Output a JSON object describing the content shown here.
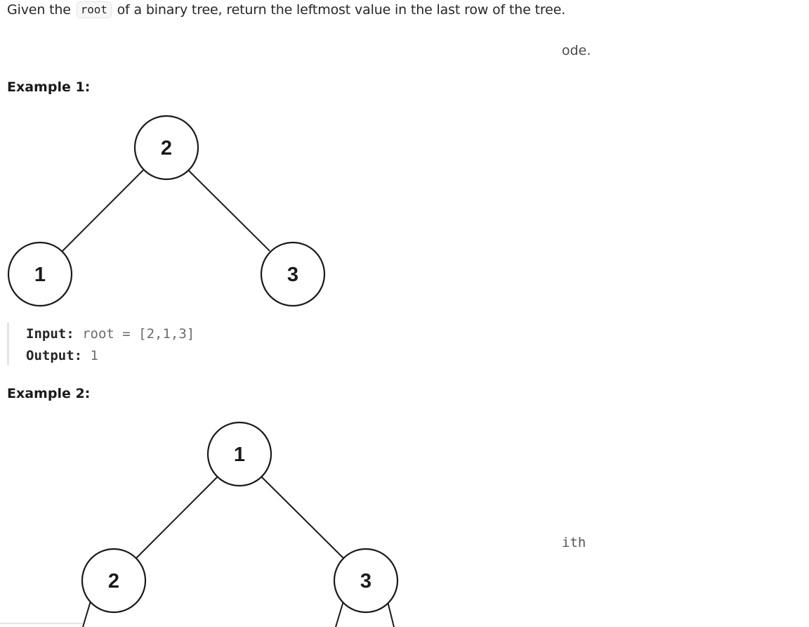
{
  "description": {
    "prefix": "Given the ",
    "code": "root",
    "suffix": " of a binary tree, return the leftmost value in the last row of the tree."
  },
  "fragments": {
    "top": "ode.",
    "lower": "ith"
  },
  "example1": {
    "heading": "Example 1:",
    "nodes": {
      "root": "2",
      "left": "1",
      "right": "3"
    },
    "input_label": "Input:",
    "input_value": " root = [2,1,3]",
    "output_label": "Output:",
    "output_value": " 1"
  },
  "example2": {
    "heading": "Example 2:",
    "nodes": {
      "root": "1",
      "left": "2",
      "right": "3"
    }
  }
}
